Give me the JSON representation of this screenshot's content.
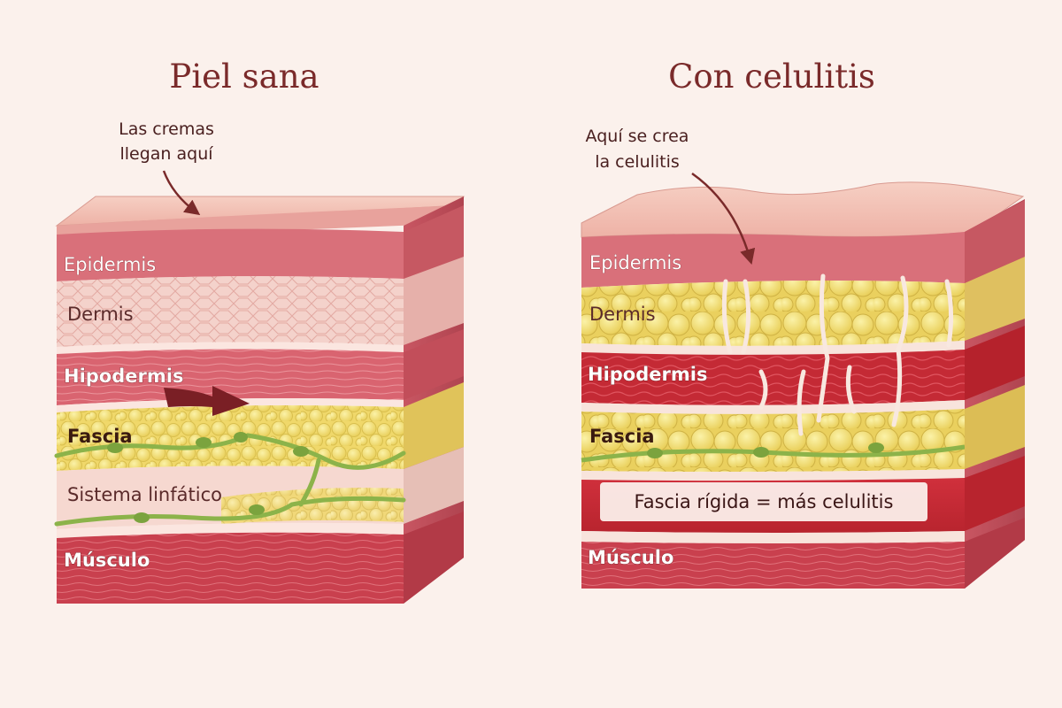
{
  "left": {
    "title": "Piel sana",
    "annotation": [
      "Las cremas",
      "llegan aquí"
    ],
    "layers": {
      "epidermis": "Epidermis",
      "dermis": "Dermis",
      "hipodermis": "Hipodermis",
      "fascia": "Fascia",
      "lymph": "Sistema linfático",
      "muscle": "Músculo"
    }
  },
  "right": {
    "title": "Con celulitis",
    "annotation": [
      "Aquí se crea",
      "la celulitis"
    ],
    "layers": {
      "epidermis": "Epidermis",
      "dermis": "Dermis",
      "hipodermis": "Hipodermis",
      "fascia": "Fascia",
      "banner": "Fascia rígida = más celulitis",
      "muscle": "Músculo"
    }
  },
  "colors": {
    "background": "#fbf1ec",
    "title": "#7a2a2a",
    "epidermis": "#d9707a",
    "dermis": "#f2c6c0",
    "hipodermis": "#d4606c",
    "fat": "#f3e27a",
    "lymph": "#8cb34a",
    "muscle": "#c9404e",
    "inflamed": "#c42a35"
  }
}
